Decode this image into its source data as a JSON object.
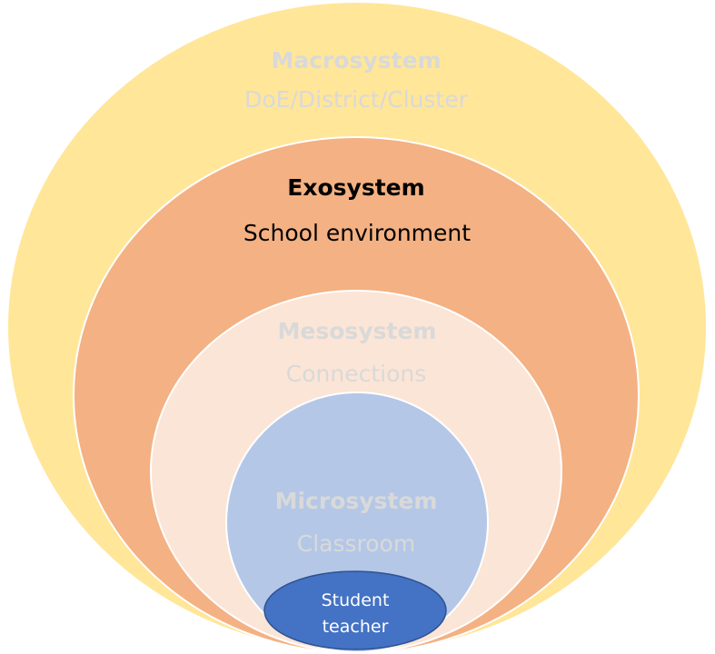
{
  "colors": {
    "macro": "#FFE699",
    "exo": "#F4B183",
    "meso": "#FBE5D6",
    "micro": "#B4C7E7",
    "core": "#4472C4",
    "faint_text": "#D9D9D9",
    "dark_text": "#000000"
  },
  "layers": {
    "macro": {
      "title": "Macrosystem",
      "subtitle": "DoE/District/Cluster"
    },
    "exo": {
      "title": "Exosystem",
      "subtitle": "School environment"
    },
    "meso": {
      "title": "Mesosystem",
      "subtitle": "Connections"
    },
    "micro": {
      "title": "Microsystem",
      "subtitle": "Classroom"
    },
    "core": {
      "line1": "Student",
      "line2": "teacher"
    }
  }
}
